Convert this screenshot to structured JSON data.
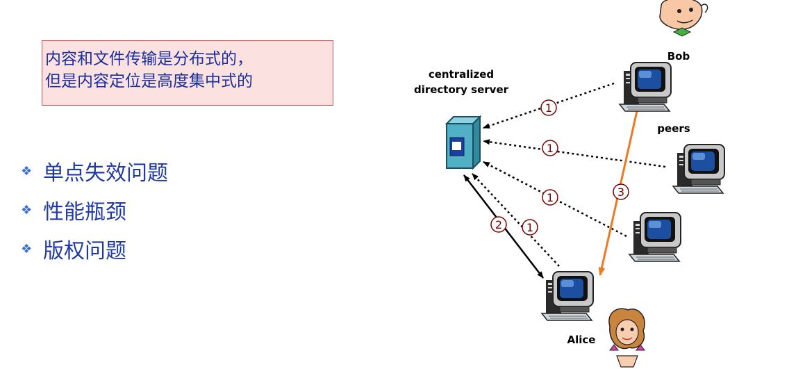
{
  "callout": {
    "line1": "内容和文件传输是分布式的，",
    "line2": "但是内容定位是高度集中式的"
  },
  "bullets": [
    {
      "marker": "❖",
      "text": "单点失效问题"
    },
    {
      "marker": "❖",
      "text": "性能瓶颈"
    },
    {
      "marker": "❖",
      "text": "版权问题"
    }
  ],
  "diagram": {
    "server_label_line1": "centralized",
    "server_label_line2": "directory server",
    "peers_label": "peers",
    "bob_label": "Bob",
    "alice_label": "Alice",
    "step_labels": [
      "1",
      "1",
      "1",
      "1",
      "2",
      "3"
    ],
    "colors": {
      "arrow_dotted": "#000000",
      "arrow_transfer": "#f07820",
      "step_circle": "#7a0000",
      "server_body": "#4fb0c6",
      "monitor_body": "#202020",
      "screen": "#1d4fa0"
    },
    "icons": [
      "server-icon",
      "computer-icon",
      "bob-face-icon",
      "alice-face-icon"
    ]
  }
}
